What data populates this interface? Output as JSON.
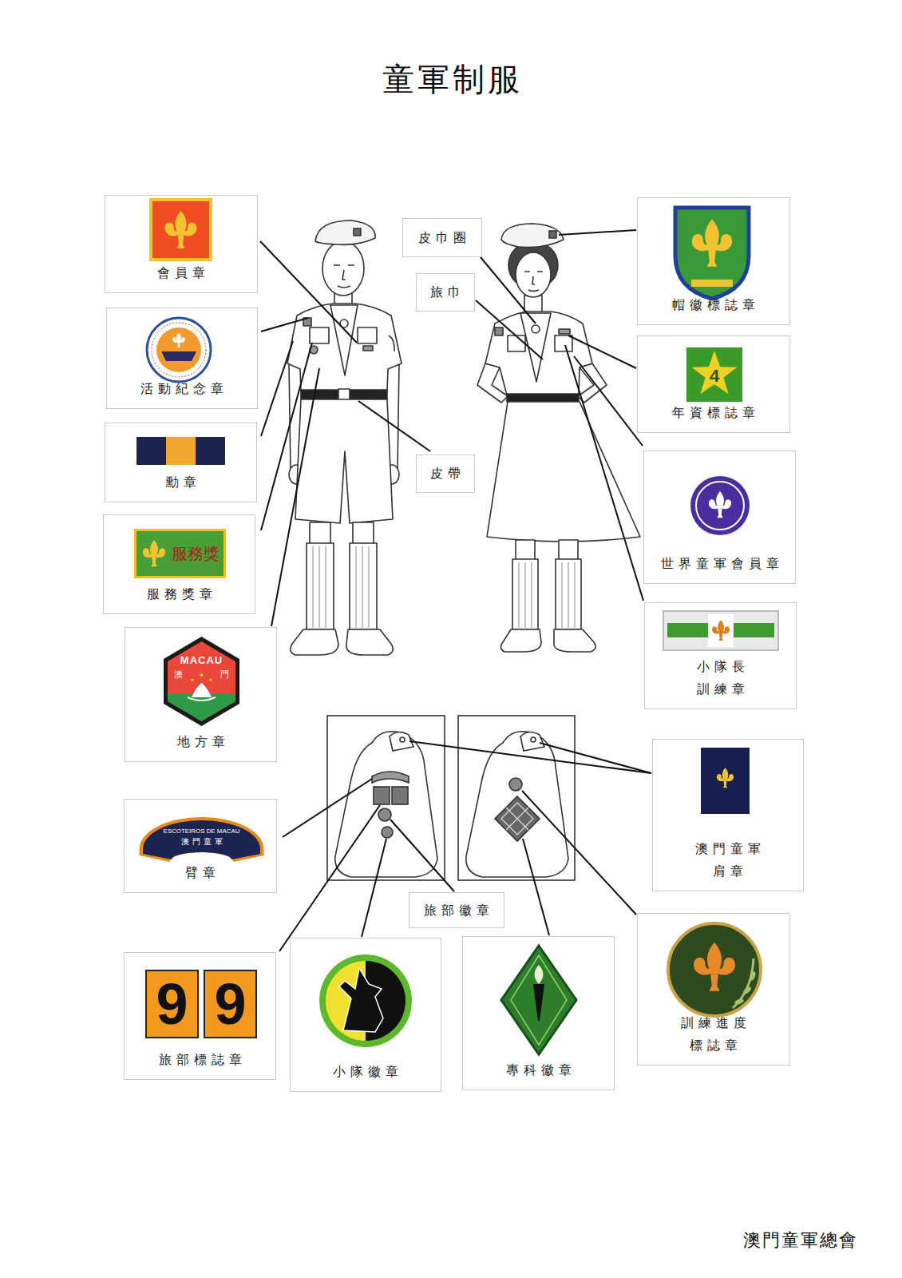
{
  "diagram": {
    "title": "童軍制服",
    "nodes": [
      {
        "text": [
          "會員章"
        ]
      },
      {
        "text": [
          "活動紀念章"
        ]
      },
      {
        "text": [
          "勳章"
        ]
      },
      {
        "text": [
          "服務獎章"
        ]
      },
      {
        "text": [
          "服務獎"
        ],
        "in": 3
      },
      {
        "text": [
          "地方章"
        ]
      },
      {
        "text": [
          "MACAU",
          "澳",
          "門"
        ],
        "in": 5
      },
      {
        "text": [
          "臂章"
        ]
      },
      {
        "text": [
          "ESCOTEIROS DE MACAU",
          "澳門童軍"
        ],
        "in": 7
      },
      {
        "text": [
          "旅部標誌章"
        ]
      },
      {
        "text": [
          "9"
        ],
        "in": 9
      },
      {
        "text": [
          "9"
        ],
        "in": 9
      },
      {
        "text": [
          "皮巾圈"
        ]
      },
      {
        "text": [
          "旅巾"
        ]
      },
      {
        "text": [
          "皮帶"
        ]
      },
      {
        "text": [
          "帽徽標誌章"
        ]
      },
      {
        "text": [
          "年資標誌章"
        ]
      },
      {
        "text": [
          "4"
        ],
        "in": 16
      },
      {
        "text": [
          "世界童軍會員章"
        ]
      },
      {
        "text": [
          "小隊長 訓練章"
        ]
      },
      {
        "text": [
          "澳門童軍 肩章"
        ]
      },
      {
        "text": [
          "旅部徽章"
        ]
      },
      {
        "text": [
          "小隊徽章"
        ]
      },
      {
        "text": [
          "專科徽章"
        ]
      },
      {
        "text": [
          "訓練進度 標誌章"
        ]
      }
    ],
    "labels": [
      "澳門童軍總會"
    ]
  }
}
